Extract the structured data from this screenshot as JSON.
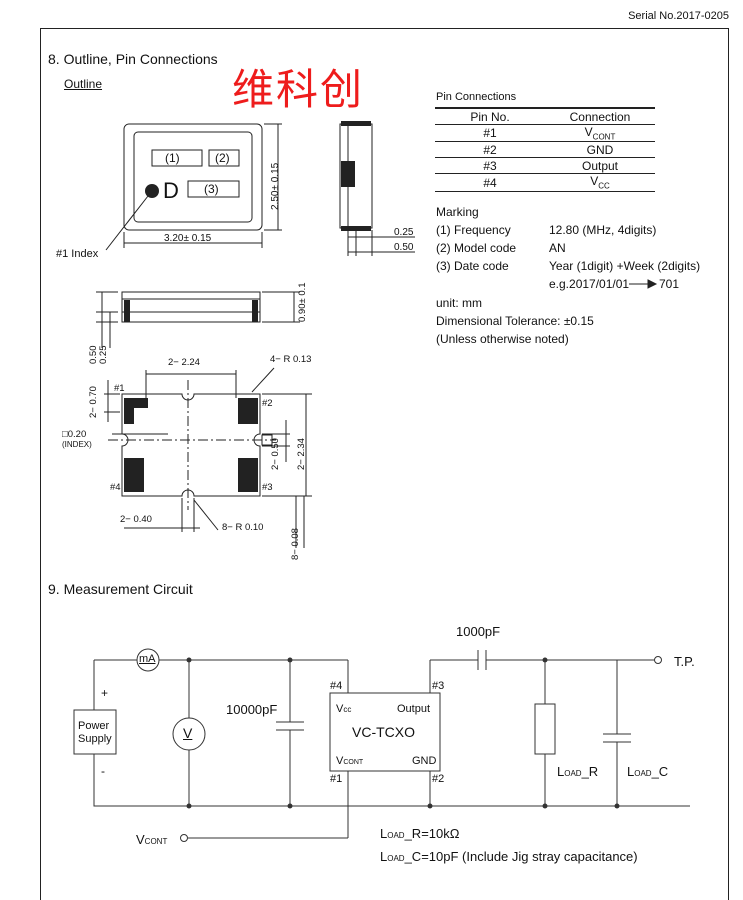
{
  "serial": "Serial No.2017-0205",
  "section8_title": "8. Outline, Pin Connections",
  "outline_label": "Outline",
  "watermark": "维科创",
  "outline": {
    "pad1": "(1)",
    "pad2": "(2)",
    "pad3": "(3)",
    "mark_letter": "D",
    "dim_width": "3.20± 0.15",
    "dim_height": "2.50± 0.15",
    "index_label": "#1 Index",
    "side_025": "0.25",
    "side_050": "0.50",
    "front_height": "0.90± 0.1",
    "front_050": "0.50",
    "front_025": "0.25"
  },
  "pin_connections": {
    "title": "Pin Connections",
    "headers": [
      "Pin No.",
      "Connection"
    ],
    "rows": [
      {
        "pin": "#1",
        "conn_main": "V",
        "conn_sub": "CONT"
      },
      {
        "pin": "#2",
        "conn_main": "GND",
        "conn_sub": ""
      },
      {
        "pin": "#3",
        "conn_main": "Output",
        "conn_sub": ""
      },
      {
        "pin": "#4",
        "conn_main": "V",
        "conn_sub": "CC"
      }
    ]
  },
  "marking": {
    "title": "Marking",
    "items": [
      {
        "k": "(1) Frequency",
        "v": "12.80 (MHz, 4digits)"
      },
      {
        "k": "(2) Model code",
        "v": "AN"
      },
      {
        "k": "(3) Date code",
        "v": "Year (1digit) +Week (2digits)"
      }
    ],
    "example": "e.g.2017/01/01",
    "example_result": "701",
    "unit": "unit: mm",
    "tolerance": "Dimensional Tolerance: ±0.15",
    "note": "(Unless otherwise noted)"
  },
  "footprint": {
    "d224": "2− 2.24",
    "r013": "4− R 0.13",
    "d070": "2− 0.70",
    "idx020": "□0.20",
    "idx_note": "(INDEX)",
    "d050": "2− 0.50",
    "d234": "2− 2.34",
    "d040": "2− 0.40",
    "r010": "8− R 0.10",
    "d008": "8− 0.08",
    "p1": "#1",
    "p2": "#2",
    "p3": "#3",
    "p4": "#4"
  },
  "section9_title": "9. Measurement Circuit",
  "circuit": {
    "c_1000pf": "1000pF",
    "tp": "T.P.",
    "ma": "mA",
    "v": "V",
    "plus": "+",
    "minus": "-",
    "power_supply_1": "Power",
    "power_supply_2": "Supply",
    "c_10000pf": "10000pF",
    "pin4": "#4",
    "pin3": "#3",
    "pin1": "#1",
    "pin2": "#2",
    "vcc_main": "V",
    "vcc_sub": "cc",
    "output": "Output",
    "chip": "VC-TCXO",
    "vcont_main": "V",
    "vcont_sub": "CONT",
    "gnd": "GND",
    "loadr_label_main": "L",
    "loadr_label_sub": "OAD",
    "loadr_label_tail": "_R",
    "loadc_label_main": "L",
    "loadc_label_sub": "OAD",
    "loadc_label_tail": "_C",
    "vcont_in_main": "V",
    "vcont_in_sub": "CONT",
    "note_r_main": "L",
    "note_r_sub": "OAD",
    "note_r_tail": "_R=10kΩ",
    "note_c_main": "L",
    "note_c_sub": "OAD",
    "note_c_tail": "_C=10pF (Include Jig stray capacitance)"
  }
}
